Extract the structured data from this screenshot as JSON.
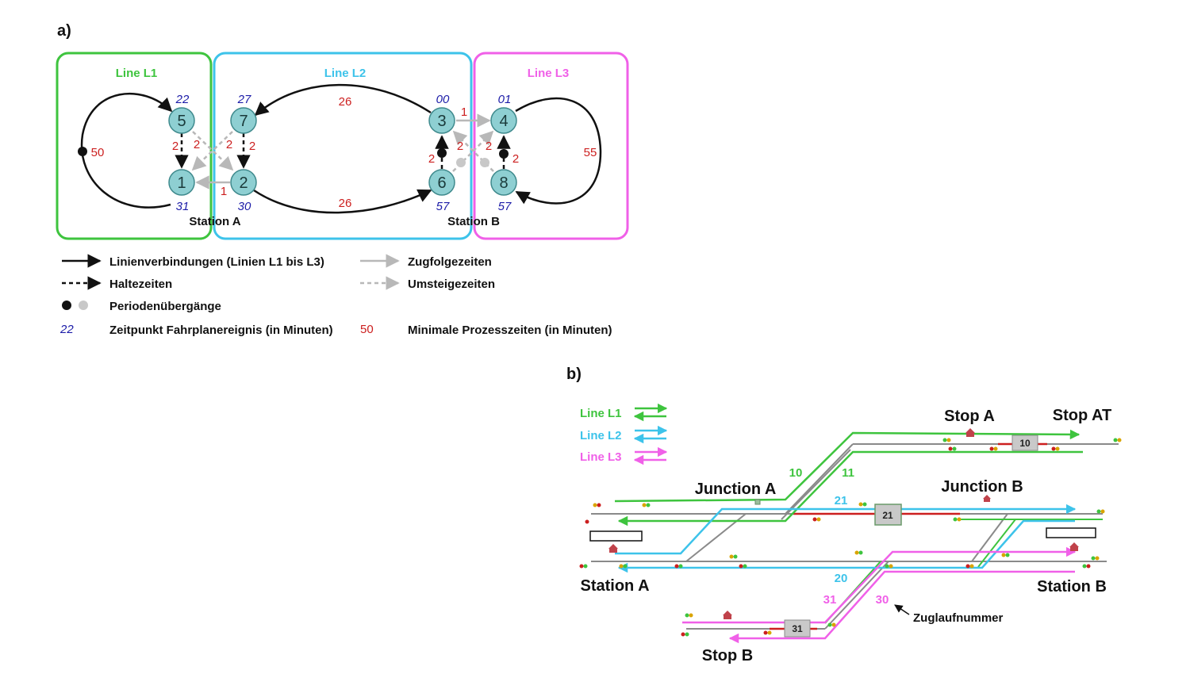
{
  "panel_a": {
    "label": "a)",
    "boxes": [
      {
        "label": "Line L1",
        "color": "#3ec43e"
      },
      {
        "label": "Line L2",
        "color": "#3dc3ea"
      },
      {
        "label": "Line L3",
        "color": "#f060e8"
      }
    ],
    "stations": [
      "Station A",
      "Station B"
    ],
    "nodes": [
      {
        "id": "5",
        "time": "22"
      },
      {
        "id": "1",
        "time": "31"
      },
      {
        "id": "7",
        "time": "27"
      },
      {
        "id": "2",
        "time": "30"
      },
      {
        "id": "3",
        "time": "00"
      },
      {
        "id": "6",
        "time": "57"
      },
      {
        "id": "4",
        "time": "01"
      },
      {
        "id": "8",
        "time": "57"
      }
    ],
    "weights": {
      "loop_l1": "50",
      "top_l2": "26",
      "bottom_l2": "26",
      "loop_l3": "55",
      "dwell_5_1": "2",
      "dwell_7_2": "2",
      "dwell_6_3": "2",
      "dwell_8_4": "2",
      "transfer_a_left": "2",
      "transfer_a_right": "2",
      "transfer_b_left": "2",
      "transfer_b_right": "2",
      "headway_2_1": "1",
      "headway_3_4": "1"
    },
    "legend": {
      "line_connections": "Linienverbindungen (Linien L1 bis L3)",
      "dwell_times": "Haltezeiten",
      "period_transitions": "Periodenübergänge",
      "event_time_sample": "22",
      "event_time": "Zeitpunkt Fahrplanereignis (in Minuten)",
      "headway_times": "Zugfolgezeiten",
      "transfer_times": "Umsteigezeiten",
      "process_time_sample": "50",
      "process_time": "Minimale Prozesszeiten (in Minuten)"
    }
  },
  "panel_b": {
    "label": "b)",
    "legend": [
      {
        "label": "Line L1",
        "color": "#3ec43e"
      },
      {
        "label": "Line L2",
        "color": "#3dc3ea"
      },
      {
        "label": "Line L3",
        "color": "#f060e8"
      }
    ],
    "places": {
      "stop_a": "Stop A",
      "stop_at": "Stop AT",
      "junction_a": "Junction A",
      "junction_b": "Junction B",
      "station_a": "Station A",
      "station_b": "Station B",
      "stop_b": "Stop B"
    },
    "train_numbers": {
      "n10": "10",
      "n11": "11",
      "n21": "21",
      "n20": "20",
      "n31": "31",
      "n30": "30"
    },
    "boxes": {
      "b10": "10",
      "b21": "21",
      "b31": "31"
    },
    "annotation": "Zuglaufnummer"
  }
}
